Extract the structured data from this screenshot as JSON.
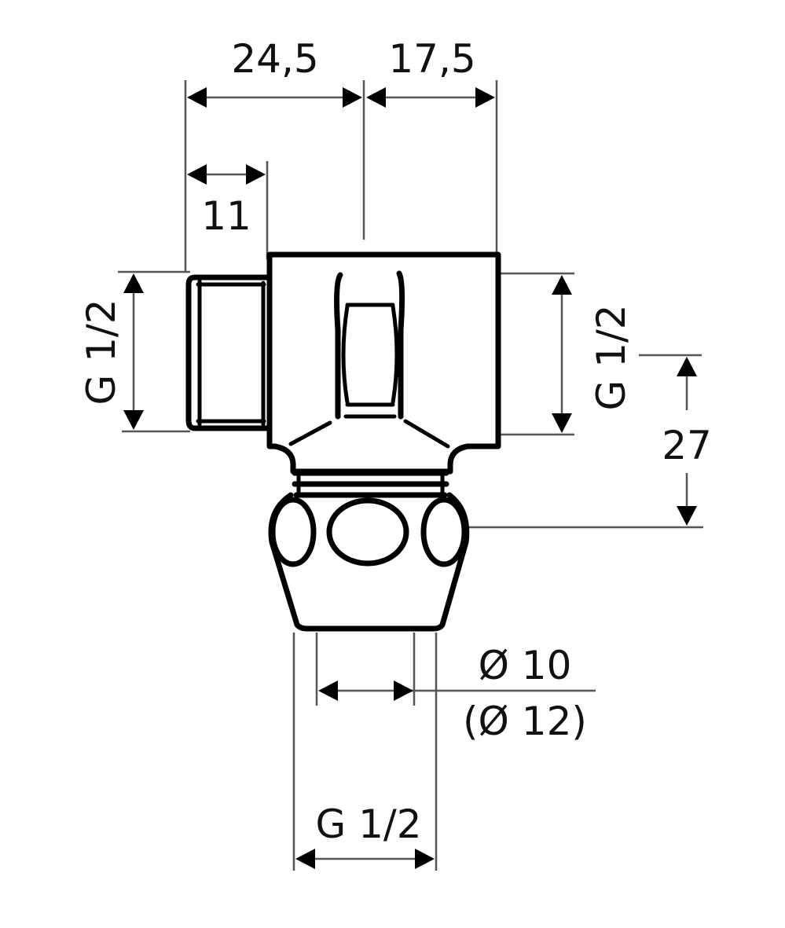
{
  "drawing": {
    "title": "Angle valve fitting dimension drawing",
    "line_color": "#000000",
    "dimension_line_color": "#555555",
    "background": "#ffffff"
  },
  "dimensions": {
    "top_left_width": "24,5",
    "top_right_width": "17,5",
    "inlet_length": "11",
    "left_thread": "G 1/2",
    "right_thread": "G 1/2",
    "height_offset": "27",
    "pipe_diameter": "Ø 10",
    "pipe_diameter_alt": "(Ø 12)",
    "bottom_thread": "G 1/2"
  }
}
